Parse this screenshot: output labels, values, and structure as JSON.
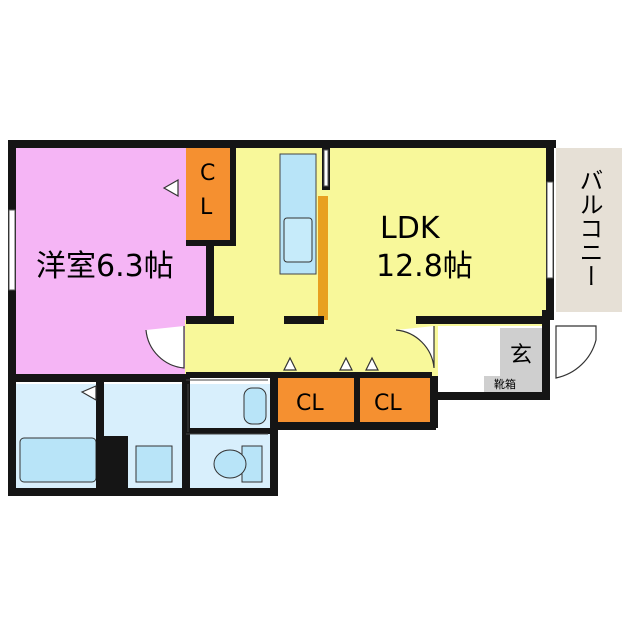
{
  "floorplan": {
    "western_room": {
      "label": "洋室6.3帖"
    },
    "ldk": {
      "line1": "LDK",
      "line2": "12.8帖"
    },
    "closets": {
      "bedroom_top": "C",
      "bedroom_bottom": "L",
      "hall_left": "CL",
      "hall_right": "CL"
    },
    "balcony": {
      "label": "バルコニー"
    },
    "entrance": {
      "label": "玄",
      "shoe_box": "靴箱"
    }
  },
  "colors": {
    "western_room": "#f5b5f5",
    "ldk": "#f8f89a",
    "closet": "#f59030",
    "water_area": "#d8effc",
    "fixture": "#b8e4f8",
    "balcony": "#e6e0d6",
    "genkan_tile": "#cfcfcf",
    "kitchen_counter": "#e8a020",
    "wall": "#151515"
  }
}
